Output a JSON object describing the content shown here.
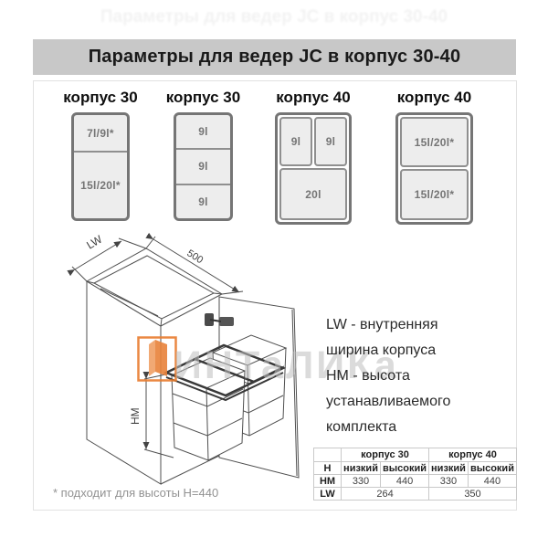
{
  "title": "Параметры для ведер JC в корпус 30-40",
  "cabinets": [
    {
      "label": "корпус 30",
      "cells": [
        "7l/9l*",
        "15l/20l*"
      ]
    },
    {
      "label": "корпус 30",
      "cells": [
        "9l",
        "9l",
        "9l"
      ]
    },
    {
      "label": "корпус 40",
      "cells": [
        "9l",
        "9l",
        "20l"
      ]
    },
    {
      "label": "корпус 40",
      "cells": [
        "15l/20l*",
        "15l/20l*"
      ]
    }
  ],
  "diagram": {
    "width_label": "LW",
    "depth_label": "500",
    "height_label": "HM"
  },
  "legend": {
    "lines": [
      "LW - внутренняя",
      "ширина корпуса",
      "HM - высота",
      "устанавливаемого",
      "комплекта"
    ]
  },
  "watermark": {
    "text": "ИНТаЛИКа"
  },
  "footnote": "* подходит для высоты H=440",
  "table": {
    "groups": [
      "корпус 30",
      "корпус 40"
    ],
    "row_h": {
      "label": "H",
      "cells": [
        "низкий",
        "высокий",
        "низкий",
        "высокий"
      ]
    },
    "row_hm": {
      "label": "HM",
      "cells": [
        "330",
        "440",
        "330",
        "440"
      ]
    },
    "row_lw": {
      "label": "LW",
      "cells": [
        "264",
        "350"
      ]
    }
  },
  "colors": {
    "accent_orange": "#e87c2e",
    "titlebar_bg": "#c8c8c8"
  }
}
